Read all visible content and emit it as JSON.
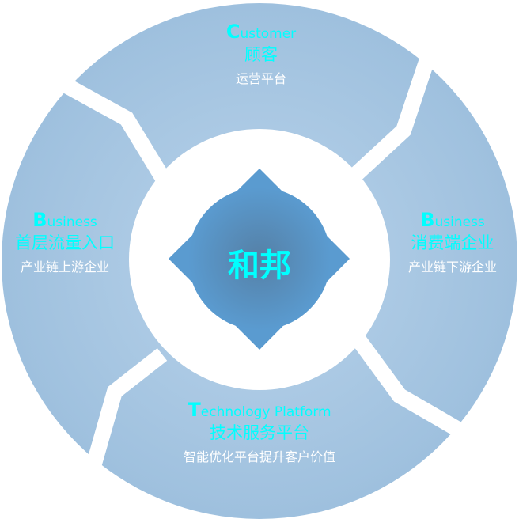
{
  "center": {
    "title": "和邦"
  },
  "segments": [
    {
      "id": "top",
      "en_initial": "C",
      "en_rest": "ustomer",
      "cn": "顾客",
      "sub": "运营平台"
    },
    {
      "id": "left",
      "en_initial": "B",
      "en_rest": "usiness",
      "cn": "首层流量入口",
      "sub": "产业链上游企业"
    },
    {
      "id": "right",
      "en_initial": "B",
      "en_rest": "usiness",
      "cn": "消费端企业",
      "sub": "产业链下游企业"
    },
    {
      "id": "bottom",
      "en_initial": "T",
      "en_rest": "echnology Platform",
      "cn": "技术服务平台",
      "sub": "智能优化平台提升客户价值"
    }
  ],
  "colors": {
    "ring": "#a3c3de",
    "center": "#5a8fbf",
    "accent": "#00ffff"
  }
}
